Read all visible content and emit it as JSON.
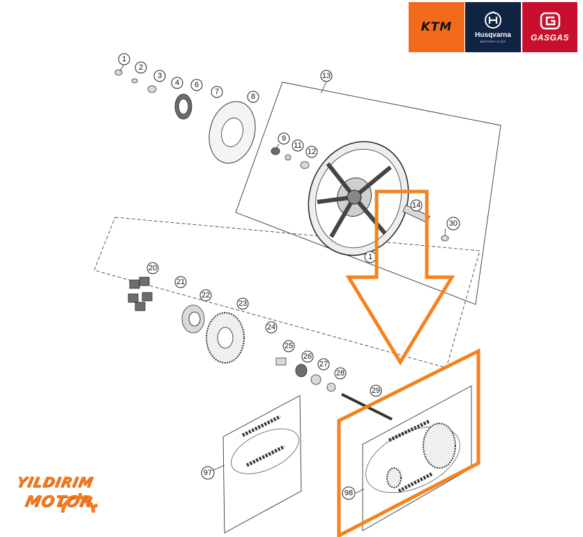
{
  "brands": {
    "ktm": {
      "label": "KTM",
      "color": "#f26b1d"
    },
    "husqvarna": {
      "label": "Husqvarna",
      "sub": "MOTORCYCLES",
      "color": "#0f2342"
    },
    "gasgas": {
      "label": "GASGAS",
      "color": "#c8102e"
    }
  },
  "watermark": {
    "line1": "YILDIRIM",
    "line2": "MOTOR",
    "color": "#f47b20"
  },
  "highlight": {
    "color": "#f5821f"
  },
  "callouts": [
    "1",
    "2",
    "3",
    "4",
    "6",
    "7",
    "8",
    "9",
    "11",
    "12",
    "13",
    "14",
    "1",
    "30",
    "20",
    "21",
    "22",
    "23",
    "24",
    "25",
    "26",
    "27",
    "28",
    "29",
    "97",
    "98"
  ]
}
